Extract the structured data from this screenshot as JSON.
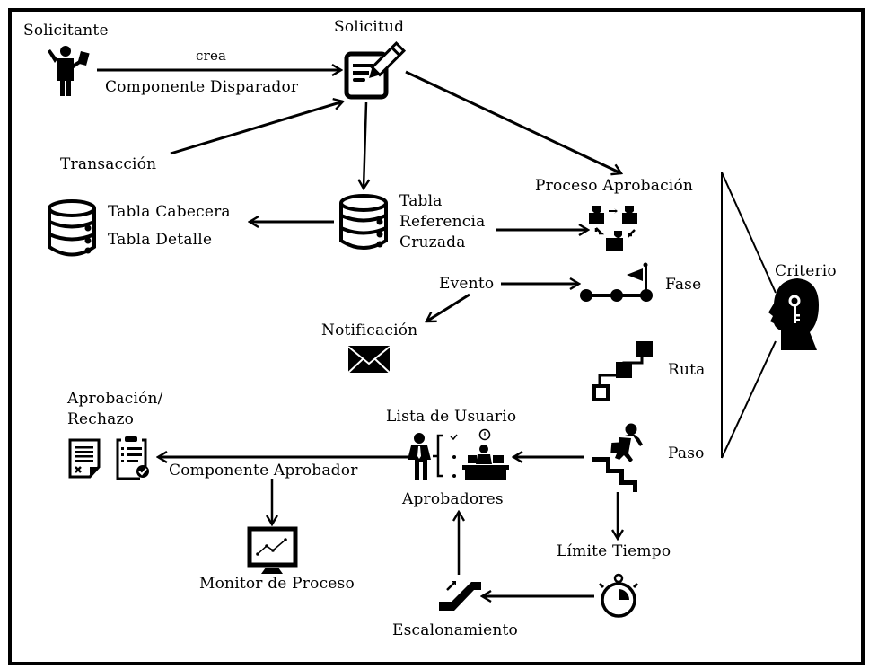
{
  "diagram": {
    "title": "Flujo de aprobación",
    "nodes": {
      "solicitante": {
        "label": "Solicitante",
        "icon": "person-with-document-icon"
      },
      "solicitud": {
        "label": "Solicitud",
        "icon": "document-edit-icon"
      },
      "transaccion": {
        "label": "Transacción"
      },
      "tabla_cabecera": {
        "label": "Tabla Cabecera",
        "icon": "database-icon"
      },
      "tabla_detalle": {
        "label": "Tabla Detalle"
      },
      "tabla_ref": {
        "lines": [
          "Tabla",
          "Referencia",
          "Cruzada"
        ],
        "icon": "database-icon"
      },
      "proceso_aprobacion": {
        "label": "Proceso Aprobación",
        "icon": "workflow-people-icon"
      },
      "evento": {
        "label": "Evento"
      },
      "notificacion": {
        "label": "Notificación",
        "icon": "envelope-icon"
      },
      "fase": {
        "label": "Fase",
        "icon": "milestone-flag-icon"
      },
      "ruta": {
        "label": "Ruta",
        "icon": "route-steps-icon"
      },
      "paso": {
        "label": "Paso",
        "icon": "person-climbing-stairs-icon"
      },
      "criterio": {
        "label": "Criterio",
        "icon": "head-key-icon"
      },
      "lista_usuario": {
        "label": "Lista de Usuario",
        "icon": "approver-list-icon"
      },
      "aprobadores": {
        "label": "Aprobadores"
      },
      "aprobacion_rechazo": {
        "lines": [
          "Aprobación/",
          "Rechazo"
        ],
        "icons": [
          "rejected-document-icon",
          "approved-clipboard-icon"
        ]
      },
      "monitor": {
        "label": "Monitor de Proceso",
        "icon": "monitor-chart-icon"
      },
      "limite_tiempo": {
        "label": "Límite Tiempo",
        "icon": "stopwatch-icon"
      },
      "escalonamiento": {
        "label": "Escalonamiento",
        "icon": "escalator-icon"
      }
    },
    "edges": {
      "crea": "crea",
      "componente_disparador": "Componente Disparador",
      "componente_aprobador": "Componente Aprobador"
    }
  }
}
